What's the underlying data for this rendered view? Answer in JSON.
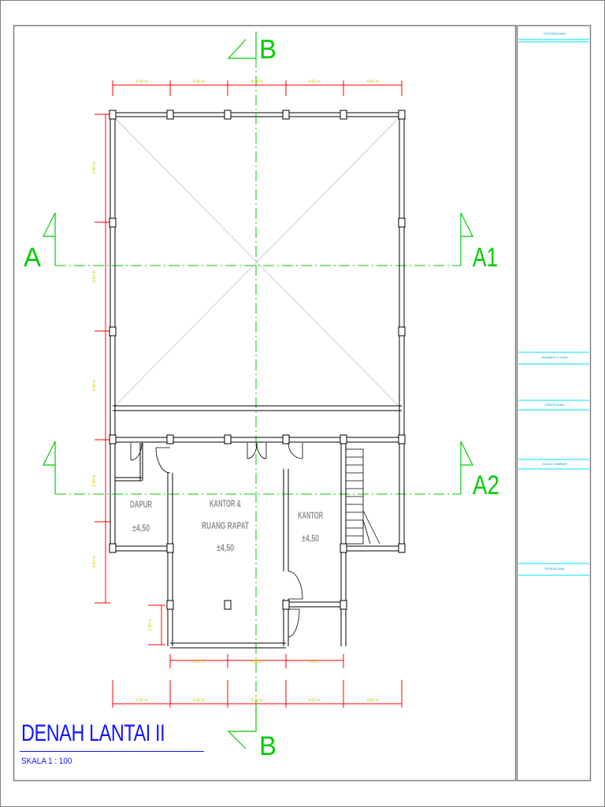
{
  "sidebar": {
    "keterangan": "KETERANGAN",
    "pemberi_tugas": "PEMBERI TUGAS",
    "pekerjaan": "PEKERJAAN",
    "judul_gambar": "JUDUL GAMBAR",
    "perencana": "PERENCANA"
  },
  "section_marks": {
    "b_top": "B",
    "b_bottom": "B",
    "a_left": "A",
    "a1": "A1",
    "a2": "A2"
  },
  "rooms": {
    "dapur": {
      "name": "DAPUR",
      "level": "±4,50"
    },
    "kantor_rapat": {
      "name_line1": "KANTOR &",
      "name_line2": "RUANG RAPAT",
      "level": "±4,50"
    },
    "kantor": {
      "name": "KANTOR",
      "level": "±4,50"
    }
  },
  "dimensions": {
    "top": [
      "4.00 m",
      "4.00 m",
      "4.00 m",
      "4.00 m",
      "4.00 m"
    ],
    "left": [
      "4.00 m",
      "4.00 m",
      "4.00 m",
      "3.00 m",
      "3.00 m",
      "1.50 m"
    ],
    "bottom_inner": [
      "4.00 m",
      "4.00 m",
      "4.00 m"
    ],
    "bottom_outer": [
      "4.00 m",
      "4.00 m",
      "4.00 m",
      "4.00 m",
      "4.00 m"
    ]
  },
  "title": {
    "main": "DENAH LANTAI II",
    "scale": "SKALA   1 : 100"
  },
  "colors": {
    "wall": "#000000",
    "dimension": "#ff0000",
    "dim_text": "#c8c800",
    "axis": "#00cc00",
    "title": "#1414ff",
    "sidebar_line": "#00e0f0"
  }
}
